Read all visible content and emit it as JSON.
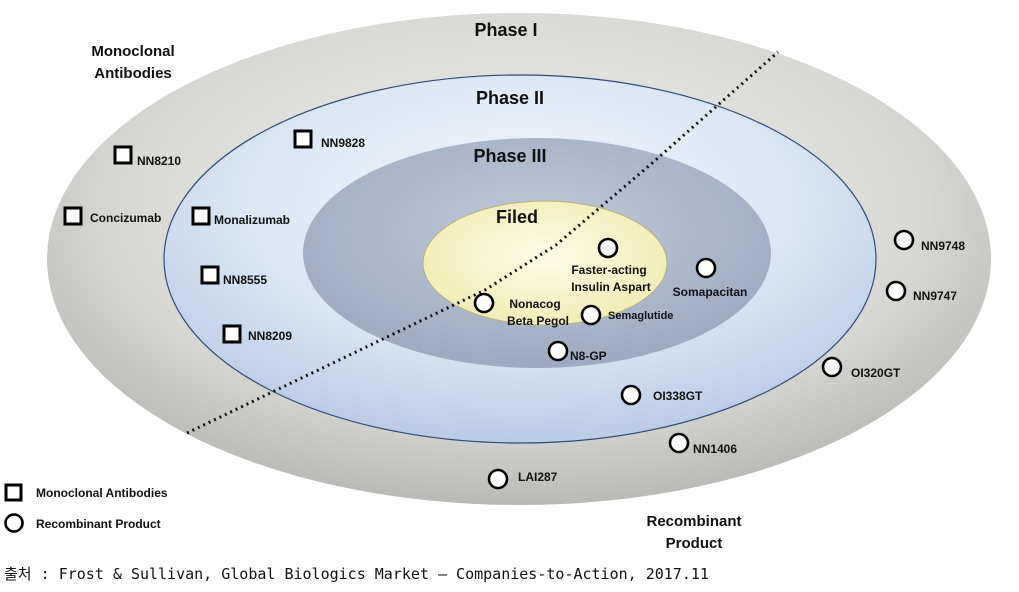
{
  "phases": {
    "phase1": "Phase I",
    "phase2": "Phase II",
    "phase3": "Phase III",
    "filed": "Filed"
  },
  "categories": {
    "monoclonal_line1": "Monoclonal",
    "monoclonal_line2": "Antibodies",
    "recombinant_line1": "Recombinant",
    "recombinant_line2": "Product"
  },
  "monoclonal_items": {
    "nn8210": "NN8210",
    "concizumab": "Concizumab",
    "nn9828": "NN9828",
    "monalizumab": "Monalizumab",
    "nn8555": "NN8555",
    "nn8209": "NN8209"
  },
  "recombinant_items": {
    "faster_acting_1": "Faster-acting",
    "faster_acting_2": "Insulin Aspart",
    "somapacitan": "Somapacitan",
    "nonacog_1": "Nonacog",
    "nonacog_2": "Beta Pegol",
    "semaglutide": "Semaglutide",
    "n8gp": "N8-GP",
    "oi338gt": "OI338GT",
    "nn1406": "NN1406",
    "lai287": "LAI287",
    "nn9748": "NN9748",
    "nn9747": "NN9747",
    "oi320gt": "OI320GT"
  },
  "legend": {
    "square_label": "Monoclonal Antibodies",
    "circle_label": "Recombinant Product"
  },
  "source": "출처 : Frost & Sullivan, Global Biologics Market – Companies-to-Action, 2017.11",
  "colors": {
    "outer_ring": "#c9c9c6",
    "phase2_ring": "#cfdcef",
    "phase3_ring": "#a9b4cb",
    "filed_core": "#f6f3c6"
  }
}
